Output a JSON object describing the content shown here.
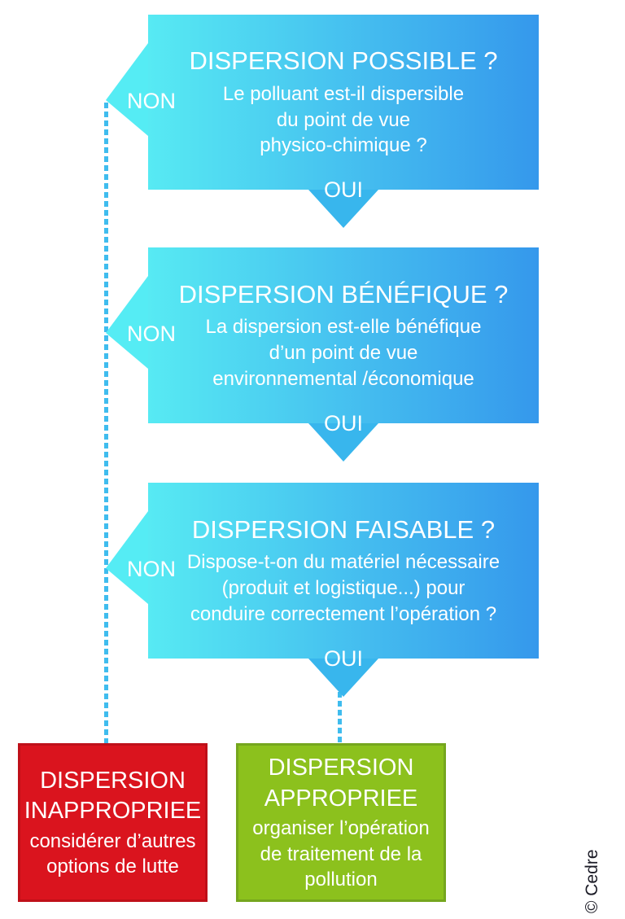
{
  "credit": "© Cedre",
  "colors": {
    "box_gradient_left": "#57eaf3",
    "box_gradient_right": "#3598ec",
    "non_triangle": "#55ecf4",
    "oui_tail": "#38b6ed",
    "dashed_line": "#3fbcee",
    "inappropriate_fill": "#da141e",
    "inappropriate_border": "#bf1019",
    "appropriate_fill": "#8cc11d",
    "appropriate_border": "#75a61e",
    "text_on_boxes": "#ffffff"
  },
  "questions": [
    {
      "title": "DISPERSION POSSIBLE ?",
      "body": "Le polluant est-il dispersible\ndu point de vue\nphysico-chimique ?",
      "no_label": "NON",
      "yes_label": "OUI"
    },
    {
      "title": "DISPERSION BÉNÉFIQUE ?",
      "body": "La dispersion est-elle bénéfique\nd’un point de vue\nenvironnemental /économique",
      "no_label": "NON",
      "yes_label": "OUI"
    },
    {
      "title": "DISPERSION FAISABLE ?",
      "body": "Dispose-t-on du matériel nécessaire\n(produit et logistique...) pour\nconduire correctement l’opération ?",
      "no_label": "NON",
      "yes_label": "OUI"
    }
  ],
  "outcomes": {
    "negative": {
      "title": "DISPERSION\nINAPPROPRIEE",
      "body": "considérer d’autres\noptions de lutte"
    },
    "positive": {
      "title": "DISPERSION\nAPPROPRIEE",
      "body": "organiser l’opération\nde traitement de la\npollution"
    }
  }
}
